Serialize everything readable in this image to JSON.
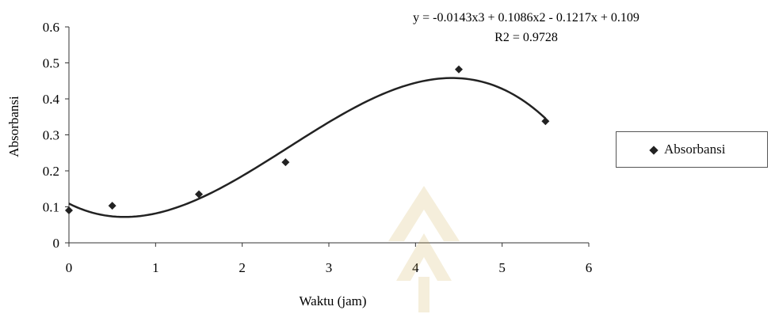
{
  "chart_data": {
    "type": "scatter",
    "title": "",
    "xlabel": "Waktu (jam)",
    "ylabel": "Absorbansi",
    "xlim": [
      0,
      6
    ],
    "ylim": [
      0,
      0.6
    ],
    "xticks": [
      0,
      1,
      2,
      3,
      4,
      5,
      6
    ],
    "xtick_labels": [
      "0",
      "1",
      "2",
      "3",
      "4",
      "5",
      "6"
    ],
    "yticks": [
      0,
      0.1,
      0.2,
      0.3,
      0.4,
      0.5,
      0.6
    ],
    "ytick_labels": [
      "0",
      "0.1",
      "0.2",
      "0.3",
      "0.4",
      "0.5",
      "0.6"
    ],
    "grid": false,
    "legend_position": "right",
    "series": [
      {
        "name": "Absorbansi",
        "marker": "diamond",
        "color": "#222222",
        "x": [
          0,
          0.5,
          1.5,
          2.5,
          4.5,
          5.5
        ],
        "y": [
          0.09,
          0.103,
          0.135,
          0.224,
          0.482,
          0.338
        ]
      }
    ],
    "trendline": {
      "type": "polynomial",
      "order": 3,
      "coefficients": [
        -0.0143,
        0.1086,
        -0.1217,
        0.109
      ],
      "x_range": [
        0,
        5.5
      ],
      "equation_text": "y = -0.0143x3 + 0.1086x2 - 0.1217x + 0.109",
      "r2_text": "R2 = 0.9728",
      "color": "#222222"
    }
  }
}
